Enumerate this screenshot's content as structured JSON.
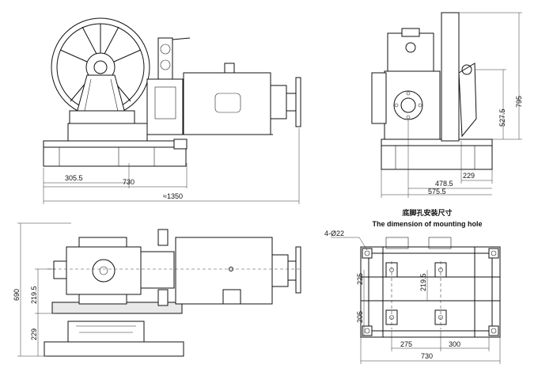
{
  "views": {
    "front": {
      "dims": {
        "d1350": "≈1350",
        "d730": "730",
        "d305_5": "305.5"
      }
    },
    "side": {
      "dims": {
        "d795": "795",
        "d527_5": "527.5",
        "d229": "229",
        "d478_5": "478.5",
        "d575_5": "575.5"
      }
    },
    "plan": {
      "dims": {
        "d690": "690",
        "d219_5": "219.5",
        "d229": "229"
      }
    },
    "mounting": {
      "title_cn": "底脚孔安装尺寸",
      "title_en": "The dimension of mounting hole",
      "hole_note": "4-Ø22",
      "dims": {
        "d225": "225",
        "d219_5": "219.5",
        "d205": "205",
        "d275": "275",
        "d300": "300",
        "d730": "730"
      }
    }
  }
}
